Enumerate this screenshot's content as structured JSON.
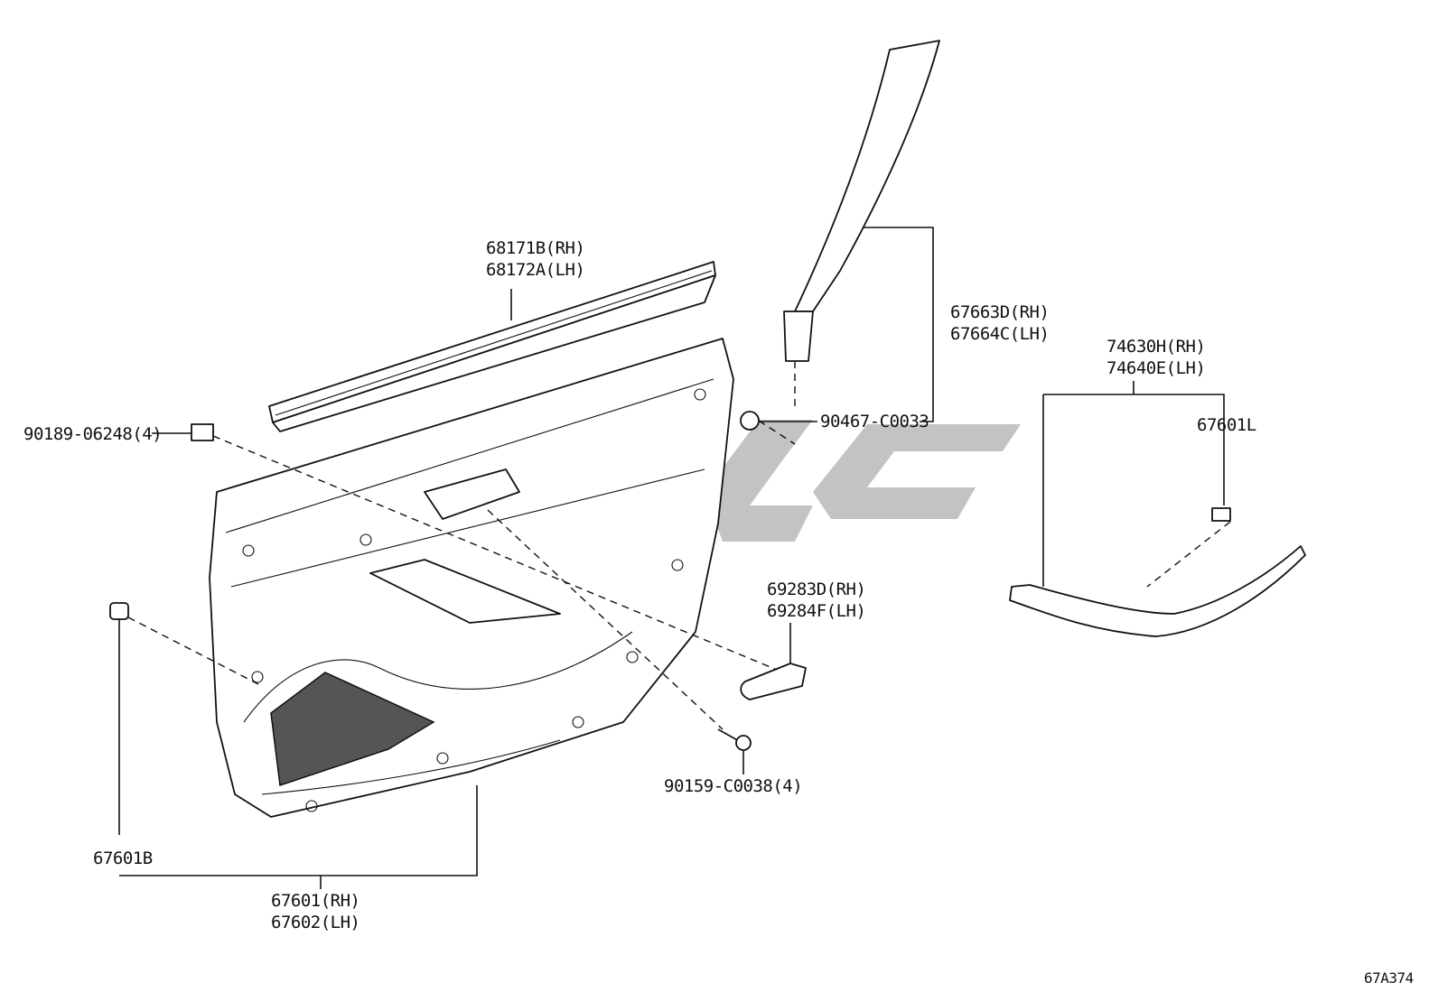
{
  "diagram_code": "67A374",
  "labels": {
    "belt_moulding": [
      "68171B(RH)",
      "68172A(LH)"
    ],
    "pillar_garnish": [
      "67663D(RH)",
      "67664C(LH)"
    ],
    "clip_pillar": "90467-C0033",
    "clip_top": "90189-06248(4)",
    "armrest_base": [
      "74630H(RH)",
      "74640E(LH)"
    ],
    "clip_armrest": "67601L",
    "clip_panel": "67601B",
    "panel": [
      "67601(RH)",
      "67602(LH)"
    ],
    "pull_handle": [
      "69283D(RH)",
      "69284F(LH)"
    ],
    "screw": "90159-C0038(4)"
  }
}
